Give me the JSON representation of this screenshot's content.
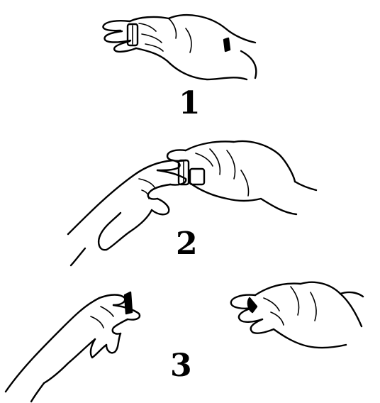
{
  "steps": [
    {
      "number": "1"
    },
    {
      "number": "2"
    },
    {
      "number": "3"
    }
  ]
}
